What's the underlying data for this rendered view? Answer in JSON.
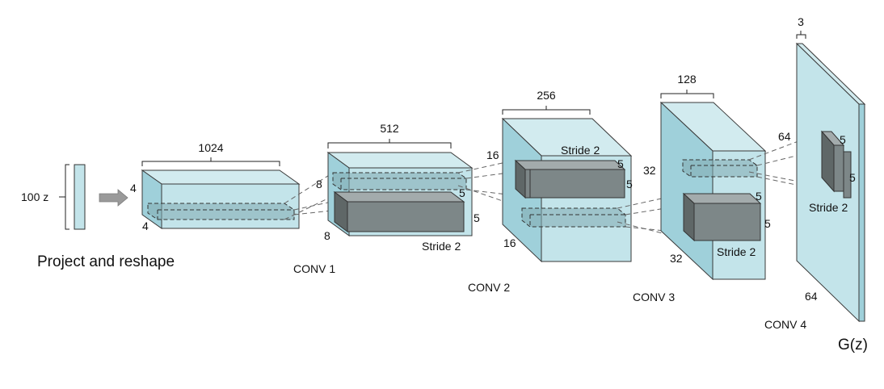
{
  "colors": {
    "block_front": "#c3e4ea",
    "block_top": "#d2ebef",
    "block_side": "#9fd0da",
    "edge": "#3a3a3a",
    "kernel_front": "#7d8788",
    "kernel_top": "#a3abac",
    "kernel_side": "#5f6767",
    "arrow": "#9a9a9a"
  },
  "input": {
    "label": "100 z"
  },
  "project": {
    "label": "Project and reshape",
    "width": "1024",
    "height": "4",
    "depth": "4"
  },
  "conv1": {
    "label": "CONV 1",
    "width": "512",
    "height": "8",
    "depth": "8",
    "k1": "5",
    "k2": "5",
    "stride": "Stride 2"
  },
  "conv2": {
    "label": "CONV 2",
    "width": "256",
    "height": "16",
    "depth": "16",
    "k1": "5",
    "k2": "5",
    "stride": "Stride 2"
  },
  "conv3": {
    "label": "CONV 3",
    "width": "128",
    "height": "32",
    "depth": "32",
    "k1": "5",
    "k2": "5",
    "stride": "Stride 2"
  },
  "conv4": {
    "label": "CONV 4",
    "width": "3",
    "height": "64",
    "depth": "64",
    "k1": "5",
    "k2": "5",
    "stride": "Stride 2"
  },
  "output": {
    "label": "G(z)"
  }
}
